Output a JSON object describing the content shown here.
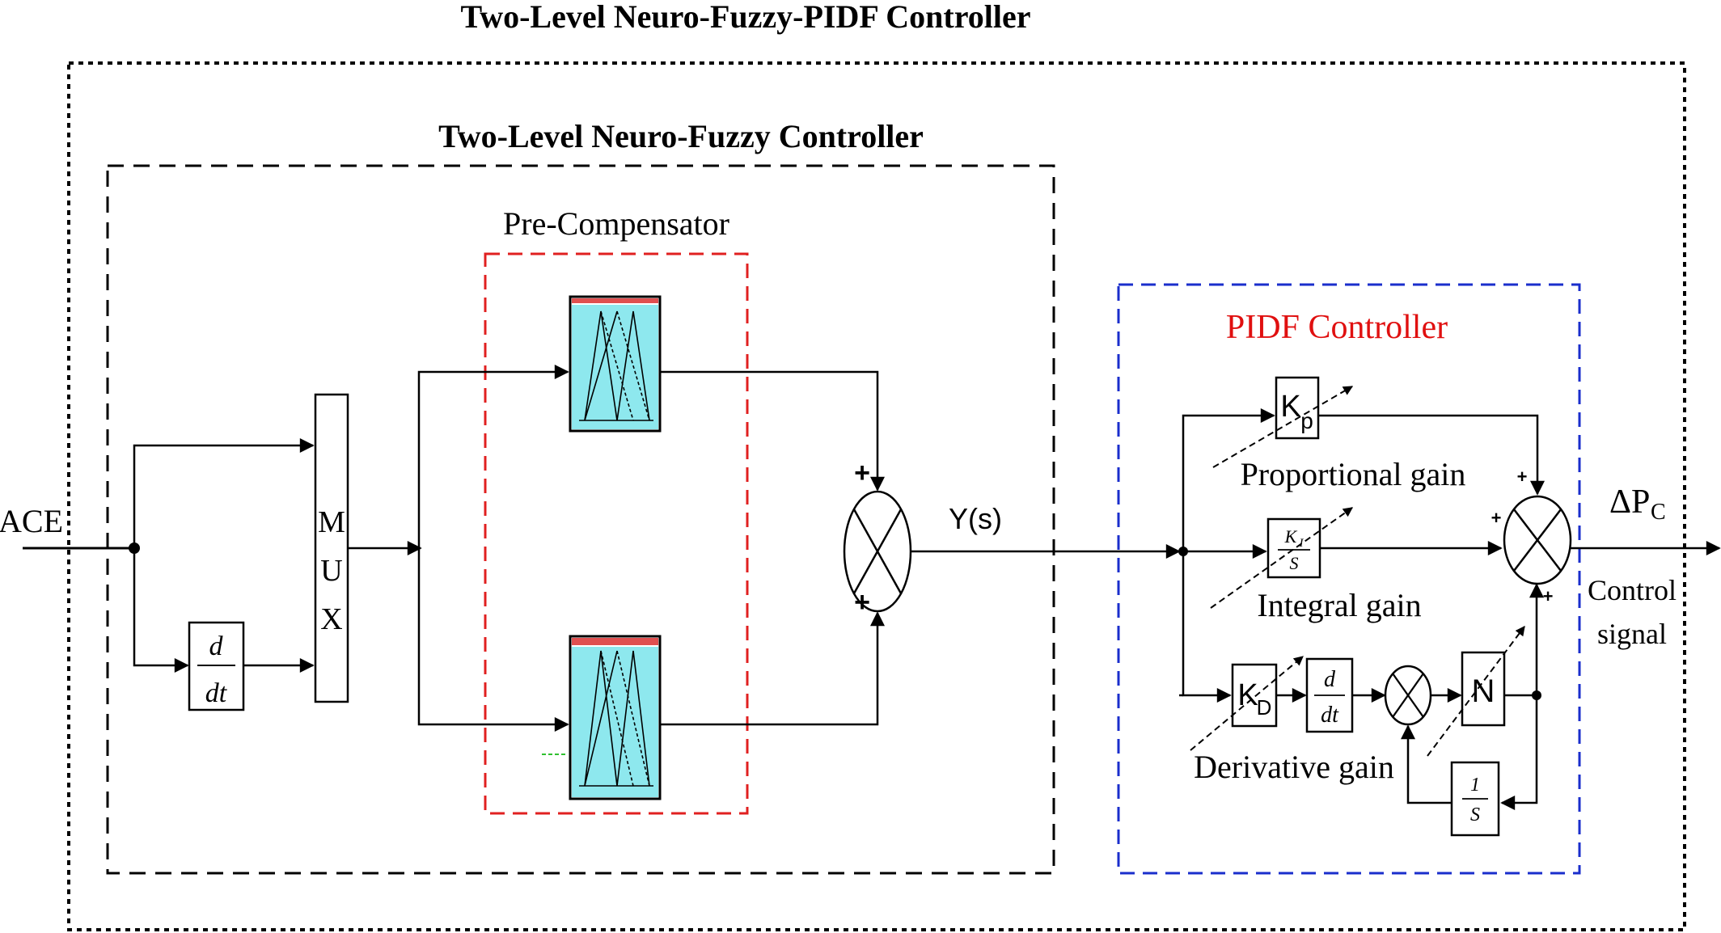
{
  "titles": {
    "outer": "Two-Level Neuro-Fuzzy-PIDF Controller",
    "neuro_fuzzy": "Two-Level Neuro-Fuzzy Controller",
    "pre_compensator": "Pre-Compensator",
    "pidf": "PIDF Controller"
  },
  "signals": {
    "input": "ACE",
    "intermediate": "Y(s)",
    "output_delta": "ΔP",
    "output_sub": "C",
    "output_caption_line1": "Control",
    "output_caption_line2": "signal"
  },
  "blocks": {
    "mux": [
      "M",
      "U",
      "X"
    ],
    "derivative": {
      "num": "d",
      "den": "dt"
    },
    "integrator": {
      "num": "1",
      "den": "S"
    },
    "kp": {
      "main": "K",
      "sub": "p"
    },
    "ki": {
      "num": "K",
      "num_sub": "I",
      "den": "S"
    },
    "kd": {
      "main": "K",
      "sub": "D"
    },
    "filter": "N"
  },
  "gain_labels": {
    "proportional": "Proportional gain",
    "integral": "Integral gain",
    "derivative": "Derivative gain"
  },
  "signs": {
    "plus": "+"
  },
  "colors": {
    "outer_border": "#000000",
    "neuro_fuzzy_border": "#000000",
    "pre_compensator_border": "#e02020",
    "pidf_border": "#1a2ecc",
    "pidf_title": "#e01010",
    "fuzzy_fill": "#8ee8ee",
    "fuzzy_top_bar": "#e05050"
  }
}
